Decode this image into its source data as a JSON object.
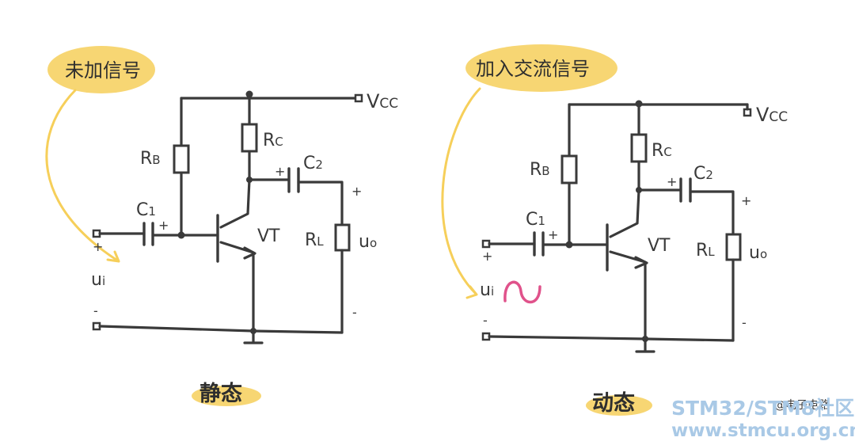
{
  "panels": [
    {
      "caption": "静态",
      "callout": "未加信号",
      "labels": {
        "vcc": "V",
        "vcc_sub": "CC",
        "rb": "R",
        "rb_sub": "B",
        "rc": "R",
        "rc_sub": "C",
        "c1": "C",
        "c1_sub": "1",
        "c2": "C",
        "c2_sub": "2",
        "vt": "VT",
        "rl": "R",
        "rl_sub": "L",
        "uo": "u",
        "uo_sub": "o",
        "ui": "u",
        "ui_sub": "i",
        "plus": "+",
        "minus": "-"
      }
    },
    {
      "caption": "动态",
      "callout": "加入交流信号",
      "labels": {
        "vcc": "V",
        "vcc_sub": "CC",
        "rb": "R",
        "rb_sub": "B",
        "rc": "R",
        "rc_sub": "C",
        "c1": "C",
        "c1_sub": "1",
        "c2": "C",
        "c2_sub": "2",
        "vt": "VT",
        "rl": "R",
        "rl_sub": "L",
        "uo": "u",
        "uo_sub": "o",
        "ui": "u",
        "ui_sub": "i",
        "plus": "+",
        "minus": "-"
      }
    }
  ],
  "watermark": {
    "author": "@电子电路",
    "site": "STM32/STM8社区",
    "url": "www.stmcu.org.cn"
  },
  "colors": {
    "highlight": "#f6cf5a",
    "wire": "#3a3a3a",
    "signal_wave": "#e0528b",
    "watermark": "#a9c9e6"
  }
}
